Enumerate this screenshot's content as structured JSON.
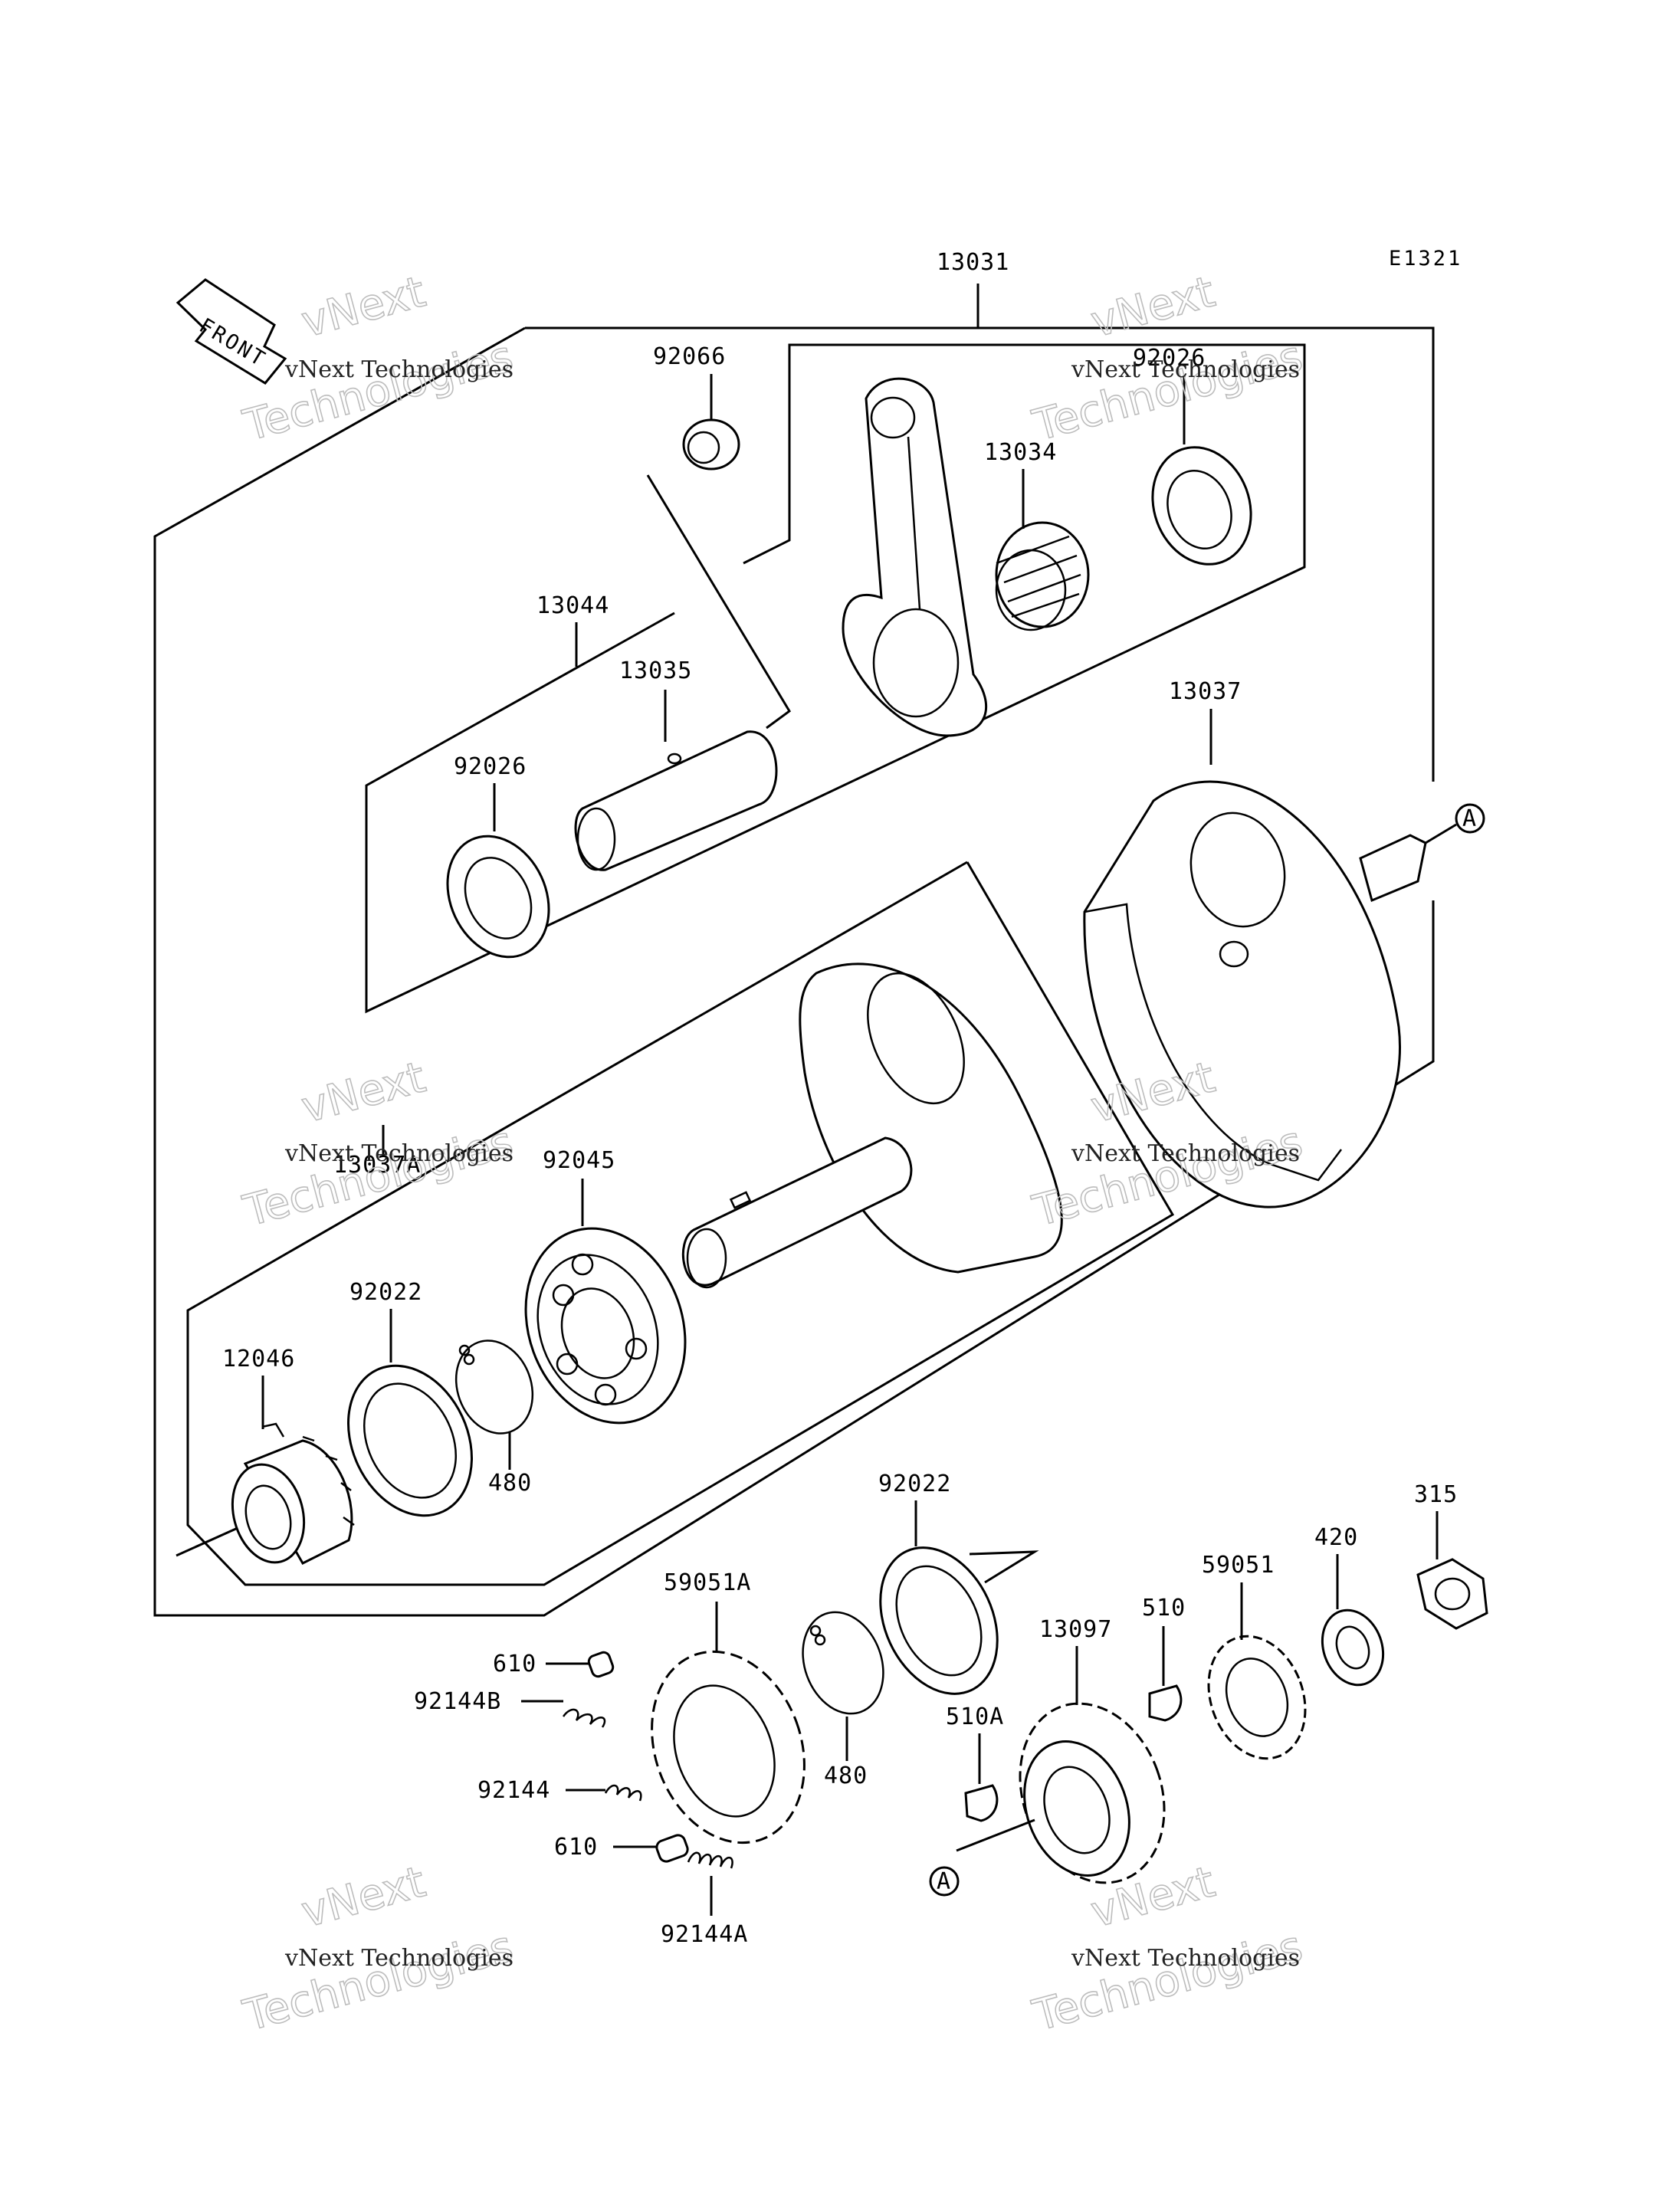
{
  "diagram_code": "E1321",
  "front_label": "FRONT",
  "ref_mark": "A",
  "labels": {
    "p13031": "13031",
    "p92066": "92066",
    "p92026_top": "92026",
    "p13034": "13034",
    "p13044": "13044",
    "p13035": "13035",
    "p92026_left": "92026",
    "p13037": "13037",
    "p13037A": "13037A",
    "p92045": "92045",
    "p92022_a": "92022",
    "p12046": "12046",
    "p480_a": "480",
    "p92022_b": "92022",
    "p315": "315",
    "p420": "420",
    "p59051": "59051",
    "p59051A": "59051A",
    "p510": "510",
    "p13097": "13097",
    "p610_a": "610",
    "p92144B": "92144B",
    "p480_b": "480",
    "p510A": "510A",
    "p92144": "92144",
    "p610_b": "610",
    "p92144A": "92144A"
  },
  "watermark": {
    "line_small": "vNext Technologies",
    "line_big_1": "vNext",
    "line_big_2": "Technologies"
  }
}
